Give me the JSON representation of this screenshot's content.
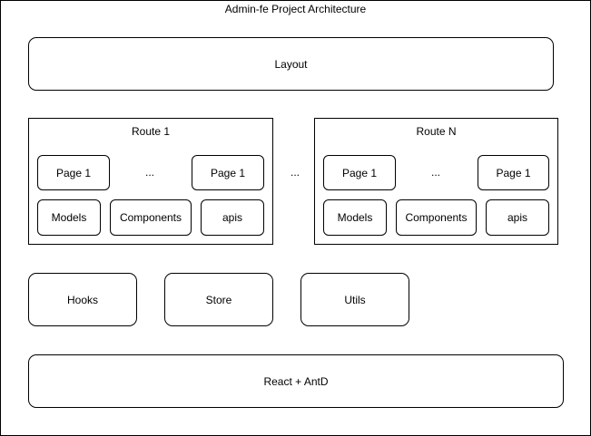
{
  "diagram": {
    "title": "Admin-fe Project Architecture",
    "layout_label": "Layout",
    "between_routes": "...",
    "routes": [
      {
        "label": "Route 1",
        "page_first": "Page 1",
        "page_ellipsis": "...",
        "page_last": "Page 1",
        "models": "Models",
        "components": "Components",
        "apis": "apis"
      },
      {
        "label": "Route N",
        "page_first": "Page 1",
        "page_ellipsis": "...",
        "page_last": "Page 1",
        "models": "Models",
        "components": "Components",
        "apis": "apis"
      }
    ],
    "shared": {
      "hooks": "Hooks",
      "store": "Store",
      "utils": "Utils"
    },
    "foundation": "React + AntD"
  }
}
